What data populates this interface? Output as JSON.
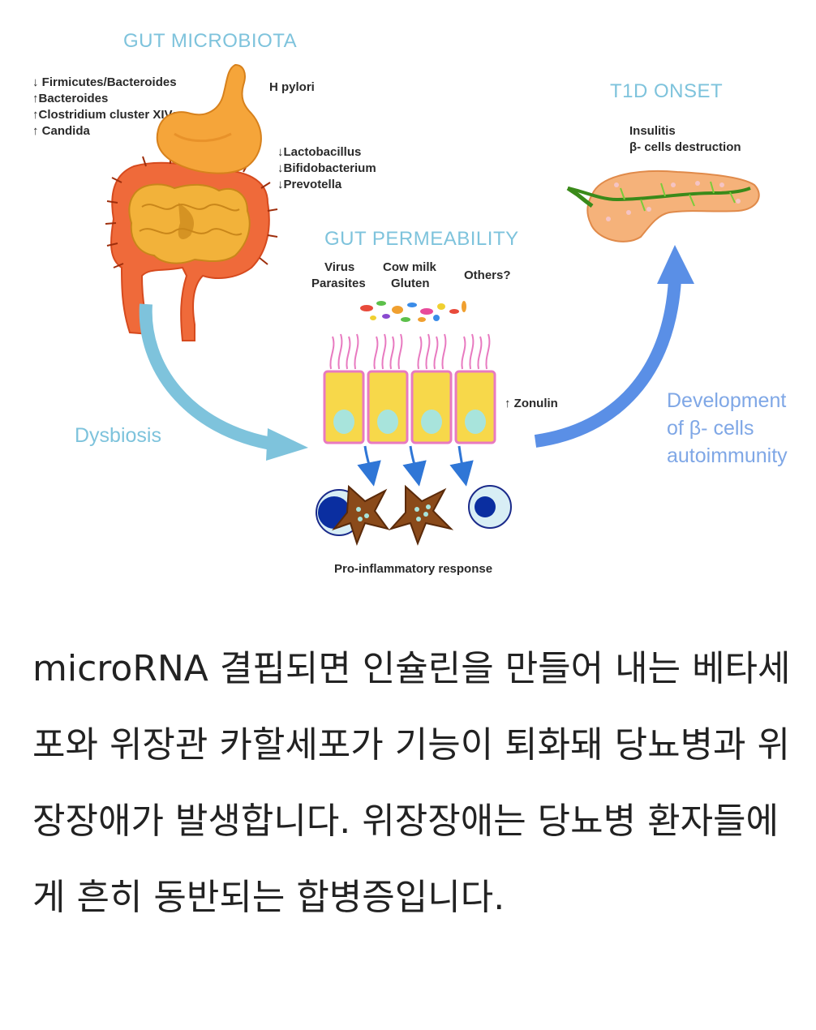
{
  "diagram": {
    "gut_microbiota": {
      "title": "GUT MICROBIOTA",
      "left_list": [
        "↓ Firmicutes/Bacteroides",
        "↑Bacteroides",
        "↑Clostridium cluster XIVa",
        "↑ Candida"
      ],
      "h_pylori": "H pylori",
      "right_list": [
        "↓Lactobacillus",
        "↓Bifidobacterium",
        "↓Prevotella"
      ]
    },
    "gut_permeability": {
      "title": "GUT PERMEABILITY",
      "virus": "Virus",
      "parasites": "Parasites",
      "cow_milk": "Cow milk",
      "gluten": "Gluten",
      "others": "Others?",
      "zonulin": "↑ Zonulin",
      "response": "Pro-inflammatory response"
    },
    "t1d_onset": {
      "title": "T1D ONSET",
      "insulitis": "Insulitis",
      "beta_destruction": "β- cells  destruction"
    },
    "dysbiosis": "Dysbiosis",
    "autoimmunity": [
      "Development",
      "of β- cells",
      "autoimmunity"
    ]
  },
  "caption": {
    "text": "microRNA 결핍되면 인슐린을 만들어 내는 베타세포와 위장관 카할세포가 기능이 퇴화돼 당뇨병과 위장장애가 발생합니다. 위장장애는 당뇨병 환자들에게 흔히 동반되는 합병증입니다."
  }
}
